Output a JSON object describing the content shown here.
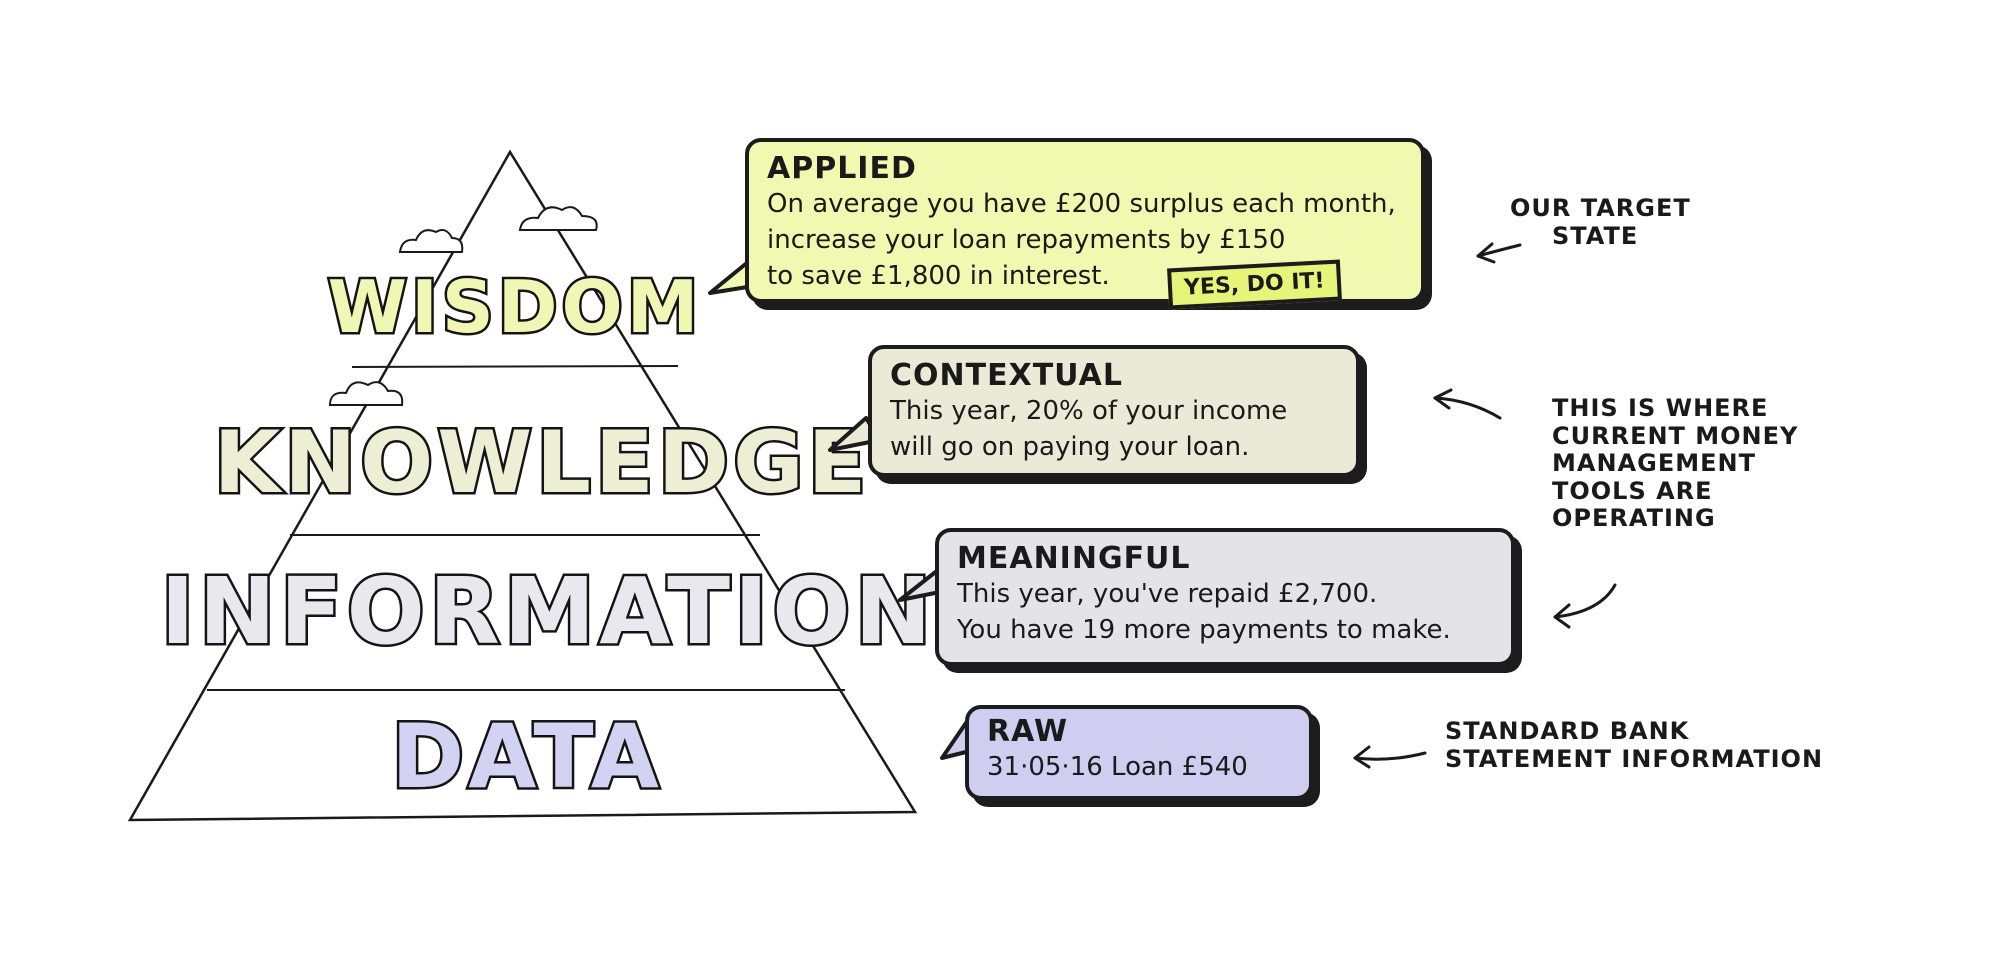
{
  "pyramid": {
    "levels": [
      {
        "label": "WISDOM",
        "fill": "#f0f7b4"
      },
      {
        "label": "KNOWLEDGE",
        "fill": "#ecefd4"
      },
      {
        "label": "INFORMATION",
        "fill": "#e8e8ee"
      },
      {
        "label": "DATA",
        "fill": "#d2d2f2"
      }
    ]
  },
  "bubbles": {
    "applied": {
      "title": "APPLIED",
      "lines": [
        "On average you have £200 surplus each month,",
        "increase your loan repayments by £150",
        "to save £1,800 in interest."
      ],
      "cta": "YES, DO IT!",
      "color": "#f1f9b0"
    },
    "contextual": {
      "title": "CONTEXTUAL",
      "lines": [
        "This year, 20% of your income",
        "will go on paying your loan."
      ],
      "color": "#e9ebd6"
    },
    "meaningful": {
      "title": "MEANINGFUL",
      "lines": [
        "This year, you've repaid £2,700.",
        "You have 19 more payments to make."
      ],
      "color": "#e4e4e8"
    },
    "raw": {
      "title": "RAW",
      "lines": [
        "31·05·16 Loan £540"
      ],
      "color": "#cfcdf0"
    }
  },
  "notes": {
    "target": [
      "OUR TARGET",
      "STATE"
    ],
    "current": [
      "THIS IS WHERE",
      "CURRENT MONEY",
      "MANAGEMENT",
      "TOOLS ARE",
      "OPERATING"
    ],
    "standard": [
      "STANDARD BANK",
      "STATEMENT INFORMATION"
    ]
  }
}
